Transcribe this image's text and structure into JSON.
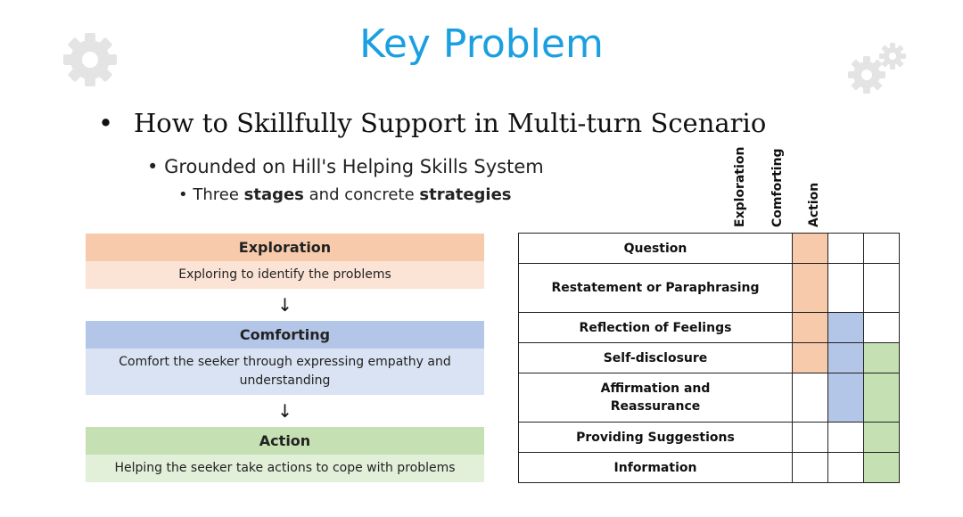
{
  "slide": {
    "title": "Key Problem",
    "bullet1": "How to Skillfully Support in Multi-turn Scenario",
    "bullet2": "Grounded on Hill's Helping Skills System",
    "bullet3": {
      "pre": "Three ",
      "bold1": "stages",
      "mid": " and concrete ",
      "bold2": "strategies"
    }
  },
  "icons": {
    "left": "gear-icon",
    "right": "gears-icon",
    "arrow": "↓"
  },
  "colors": {
    "title": "#1a9fe0",
    "exploration_head": "#f7caac",
    "exploration_desc": "#fbe4d5",
    "comforting_head": "#b4c6e7",
    "comforting_desc": "#dae3f3",
    "action_head": "#c5e0b3",
    "action_desc": "#e2efd9"
  },
  "stages": [
    {
      "name": "Exploration",
      "description": "Exploring to identify the problems"
    },
    {
      "name": "Comforting",
      "description": "Comfort the seeker through expressing empathy and understanding"
    },
    {
      "name": "Action",
      "description": "Helping the seeker take actions to cope with problems"
    }
  ],
  "table": {
    "columns": [
      "Exploration",
      "Comforting",
      "Action"
    ],
    "rows": [
      {
        "strategy": "Question",
        "stages": [
          true,
          false,
          false
        ]
      },
      {
        "strategy": "Restatement or Paraphrasing",
        "stages": [
          true,
          false,
          false
        ]
      },
      {
        "strategy": "Reflection of Feelings",
        "stages": [
          true,
          true,
          false
        ]
      },
      {
        "strategy": "Self-disclosure",
        "stages": [
          true,
          true,
          true
        ]
      },
      {
        "strategy": "Affirmation and Reassurance",
        "stages": [
          false,
          true,
          true
        ]
      },
      {
        "strategy": "Providing Suggestions",
        "stages": [
          false,
          false,
          true
        ]
      },
      {
        "strategy": "Information",
        "stages": [
          false,
          false,
          true
        ]
      }
    ]
  }
}
